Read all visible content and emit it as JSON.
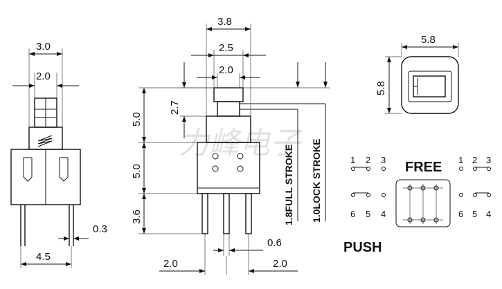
{
  "side_view": {
    "dim_top_width": "3.0",
    "dim_actuator_width": "2.0",
    "dim_pin_thickness": "0.3",
    "dim_pin_spacing": "4.5"
  },
  "front_view": {
    "dim_top": "3.8",
    "dim_mid": "2.5",
    "dim_inner": "2.0",
    "dim_actuator_height": "2.7",
    "dim_actuator_total": "5.0",
    "dim_body_height": "5.0",
    "dim_pin_length": "3.6",
    "dim_pin_width": "0.6",
    "dim_pitch_left": "2.0",
    "dim_pitch_right": "2.0",
    "full_stroke": "1.8FULL STROKE",
    "lock_stroke": "1.0LOCK STROKE"
  },
  "top_view": {
    "dim_width": "5.8",
    "dim_height": "5.8"
  },
  "schematic": {
    "free_label": "FREE",
    "push_label": "PUSH",
    "pins_top_left": [
      "1",
      "2",
      "3"
    ],
    "pins_bottom_left": [
      "6",
      "5",
      "4"
    ],
    "pins_top_right": [
      "1",
      "2",
      "3"
    ],
    "pins_bottom_right": [
      "6",
      "5",
      "4"
    ]
  },
  "watermark": "力峰电子"
}
